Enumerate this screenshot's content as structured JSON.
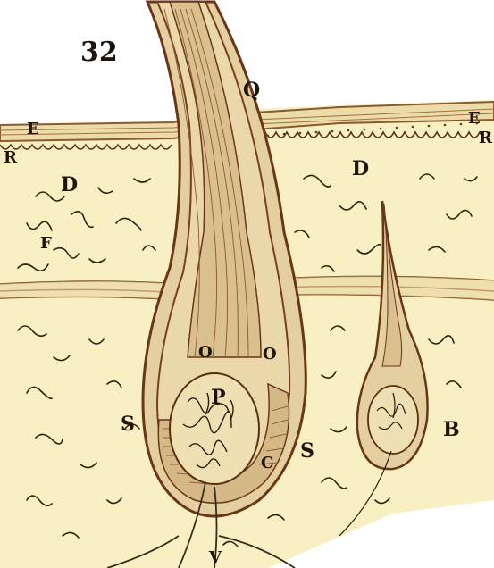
{
  "figure": {
    "number": "32",
    "labels": {
      "q": "Q",
      "e_left": "E",
      "e_right": "E",
      "r_left": "R",
      "r_right": "R",
      "d_left": "D",
      "d_right": "D",
      "p": "P",
      "s_left": "S",
      "s_right": "S",
      "b": "B",
      "o_left": "O",
      "o_right": "O",
      "c": "C",
      "v": "V",
      "f": "F"
    }
  },
  "colors": {
    "skin": "#f8f0c2",
    "shaft": "#e4cfa0",
    "ink": "#7a3f1c",
    "dark_ink": "#4a2410",
    "vessel": "#3a2a1a"
  }
}
